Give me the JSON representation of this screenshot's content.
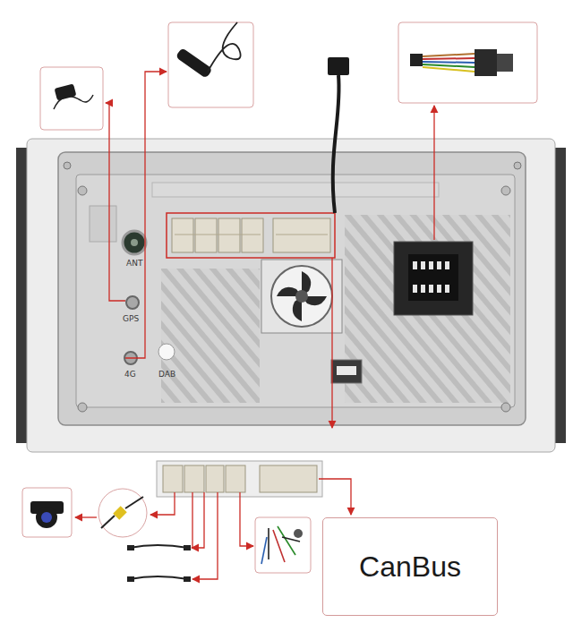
{
  "diagram": {
    "nodes": [
      {
        "text": [
          "CanBus"
        ]
      }
    ],
    "labels": [
      "ANT",
      "GPS",
      "4G",
      "DAB"
    ]
  }
}
